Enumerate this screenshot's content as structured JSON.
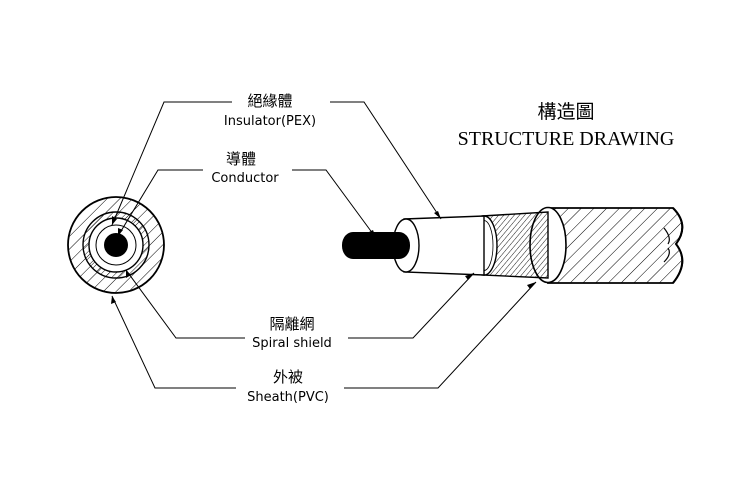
{
  "title": {
    "chinese": "構造圖",
    "english": "STRUCTURE DRAWING"
  },
  "labels": {
    "insulator": {
      "chinese": "絕緣體",
      "english": "Insulator(PEX)"
    },
    "conductor": {
      "chinese": "導體",
      "english": "Conductor"
    },
    "spiral_shield": {
      "chinese": "隔離網",
      "english": "Spiral shield"
    },
    "sheath": {
      "chinese": "外被",
      "english": "Sheath(PVC)"
    }
  }
}
